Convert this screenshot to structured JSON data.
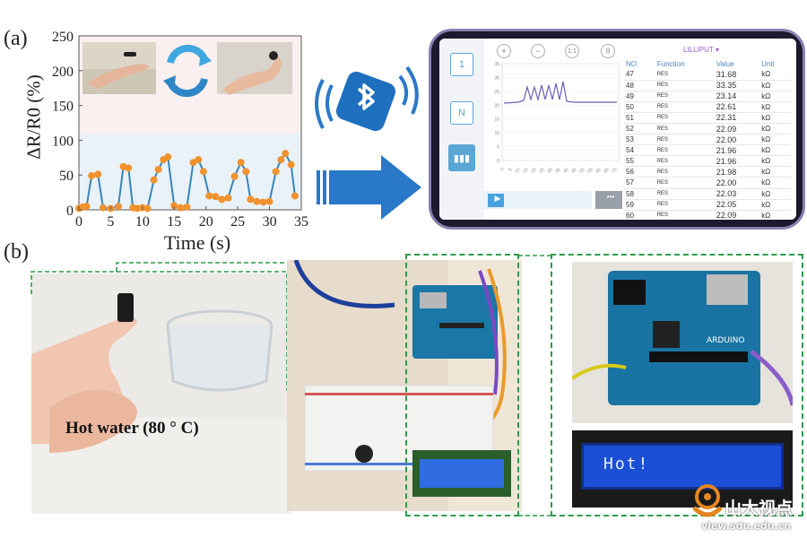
{
  "panels": {
    "a": "(a)",
    "b": "(b)"
  },
  "chart_data": {
    "type": "line",
    "ylabel": "ΔR/R0 (%)",
    "xlabel": "Time (s)",
    "xlim": [
      0,
      35
    ],
    "ylim": [
      0,
      250
    ],
    "x_ticks": [
      "0",
      "5",
      "10",
      "15",
      "20",
      "25",
      "30",
      "35"
    ],
    "y_ticks": [
      "0",
      "50",
      "100",
      "150",
      "200",
      "250"
    ],
    "series": [
      {
        "x": [
          0,
          0.6,
          1.2,
          2.0,
          3.0,
          3.8,
          5.0,
          6.2,
          7.0,
          7.8,
          8.5,
          9.2,
          10.0,
          10.8,
          11.8,
          12.5,
          13.3,
          14.0,
          15.0,
          16.0,
          17.0,
          18.0,
          18.8,
          19.6,
          20.5,
          21.5,
          22.5,
          23.5,
          24.5,
          25.5,
          26.3,
          27.0,
          28.0,
          29.0,
          30.0,
          31.0,
          31.8,
          32.5,
          33.4,
          34.0
        ],
        "y": [
          2,
          4,
          5,
          49,
          51,
          3,
          2,
          5,
          62,
          60,
          3,
          2,
          3,
          2,
          43,
          58,
          72,
          76,
          6,
          3,
          4,
          68,
          72,
          55,
          20,
          19,
          15,
          17,
          48,
          68,
          55,
          15,
          12,
          11,
          12,
          55,
          72,
          81,
          65,
          20
        ]
      }
    ],
    "colors": {
      "line": "#3a84b8",
      "marker": "#f0922e",
      "band_low": "#e9f2f9",
      "band_high": "#fbf0f0"
    }
  },
  "phone": {
    "app_title": "LILLIPUT ▾",
    "toolbar": [
      "+",
      "−",
      "1:1",
      "|||"
    ],
    "side_buttons": [
      "1",
      "N",
      "▮▮▮"
    ],
    "mini_x_ticks": [
      "0",
      "5",
      "10",
      "15",
      "20",
      "25",
      "30",
      "35",
      "40",
      "45",
      "50",
      "55",
      "60",
      "65",
      "70"
    ],
    "mini_y_ticks": [
      "35",
      "30",
      "25",
      "20",
      "15",
      "10",
      "5",
      "0"
    ],
    "play_label": "▶",
    "more_label": "•••",
    "table_headers": [
      "NO.",
      "Function",
      "Value",
      "Unit"
    ],
    "rows": [
      [
        "47",
        "RES",
        "31.68",
        "kΩ"
      ],
      [
        "48",
        "RES",
        "33.35",
        "kΩ"
      ],
      [
        "49",
        "RES",
        "23.14",
        "kΩ"
      ],
      [
        "50",
        "RES",
        "22.61",
        "kΩ"
      ],
      [
        "51",
        "RES",
        "22.31",
        "kΩ"
      ],
      [
        "52",
        "RES",
        "22.09",
        "kΩ"
      ],
      [
        "53",
        "RES",
        "22.00",
        "kΩ"
      ],
      [
        "54",
        "RES",
        "21.96",
        "kΩ"
      ],
      [
        "55",
        "RES",
        "21.96",
        "kΩ"
      ],
      [
        "56",
        "RES",
        "21.98",
        "kΩ"
      ],
      [
        "57",
        "RES",
        "22.00",
        "kΩ"
      ],
      [
        "58",
        "RES",
        "22.03",
        "kΩ"
      ],
      [
        "59",
        "RES",
        "22.05",
        "kΩ"
      ],
      [
        "60",
        "RES",
        "22.09",
        "kΩ"
      ]
    ]
  },
  "photo": {
    "hot_water_label": "Hot water (80 ° C)",
    "lcd_text": "Hot!",
    "arduino_brand": "ARDUINO"
  },
  "watermark": {
    "text_cn": "山大视点",
    "url": "view.sdu.edu.cn"
  }
}
